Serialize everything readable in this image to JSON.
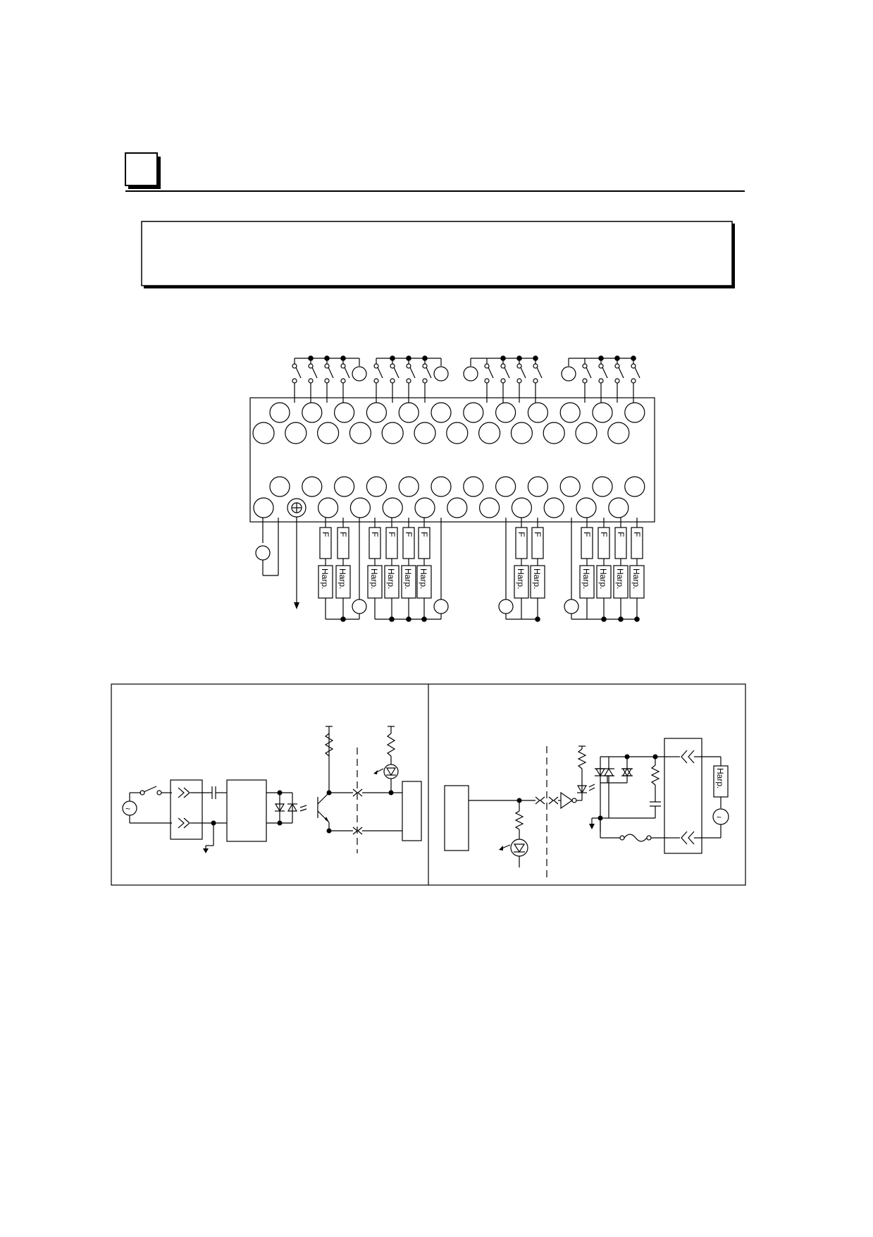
{
  "page": {
    "section_number": ""
  },
  "module": {
    "top_row_a_count": 12,
    "top_row_b_count": 12,
    "bottom_row_a_count": 12,
    "bottom_row_b_count": 12
  },
  "loads": {
    "fuse_label": "F",
    "load_label": "Harp."
  },
  "detail_right": {
    "load_label": "Harp.",
    "ac_symbol": "~"
  },
  "detail_left": {
    "ac_symbol": "~"
  }
}
